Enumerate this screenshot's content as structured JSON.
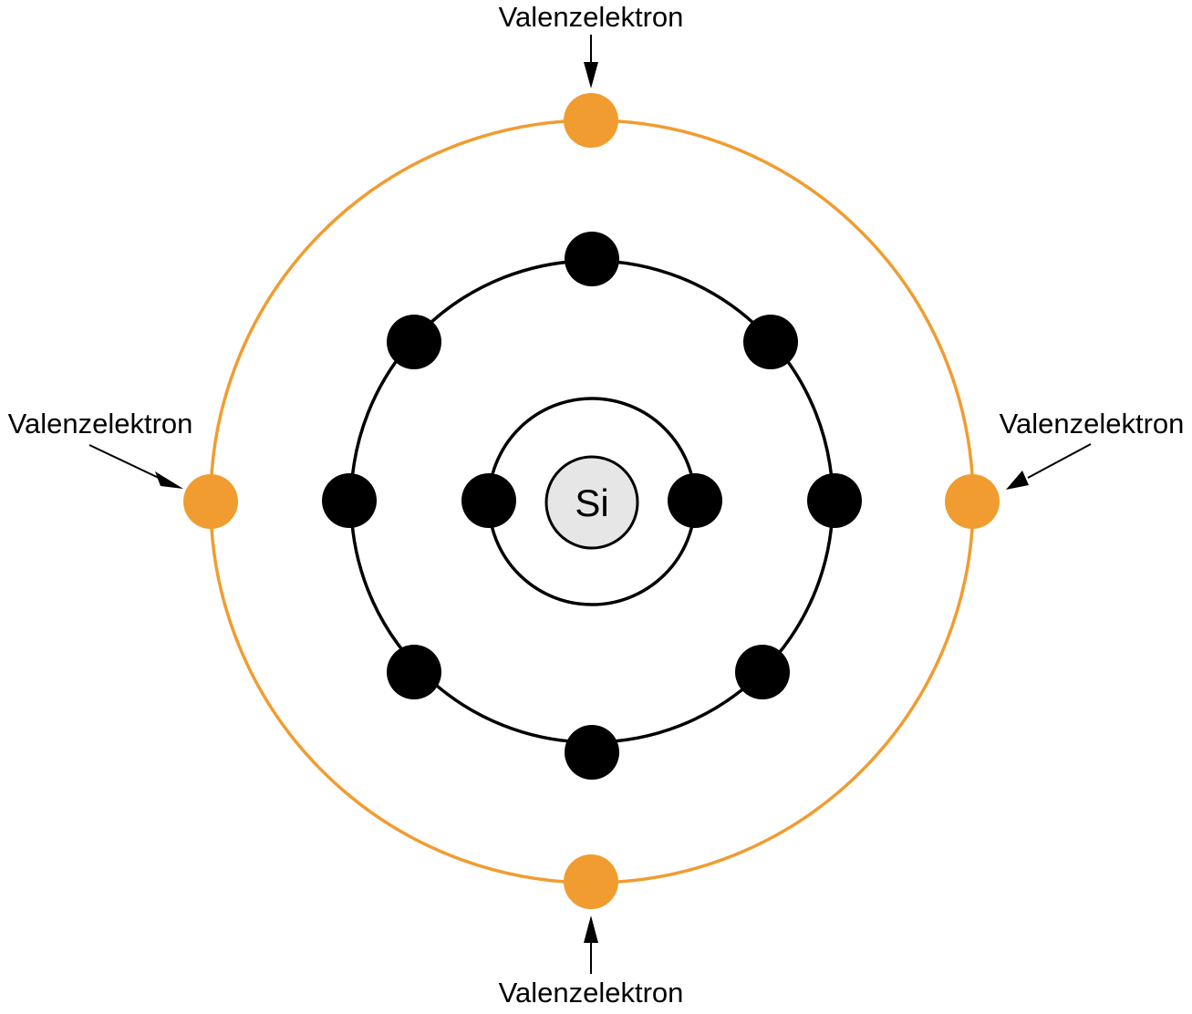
{
  "diagram": {
    "nucleus": {
      "symbol": "Si"
    },
    "shells": [
      {
        "name": "shell-1",
        "electrons": 2,
        "color": "#000000"
      },
      {
        "name": "shell-2",
        "electrons": 8,
        "color": "#000000"
      },
      {
        "name": "shell-3",
        "electrons": 4,
        "color": "#f19c30"
      }
    ],
    "labels": {
      "top": "Valenzelektron",
      "left": "Valenzelektron",
      "right": "Valenzelektron",
      "bottom": "Valenzelektron"
    },
    "colors": {
      "valence": "#f19c30",
      "electron": "#000000",
      "nucleus_fill": "#e6e6e6"
    }
  }
}
